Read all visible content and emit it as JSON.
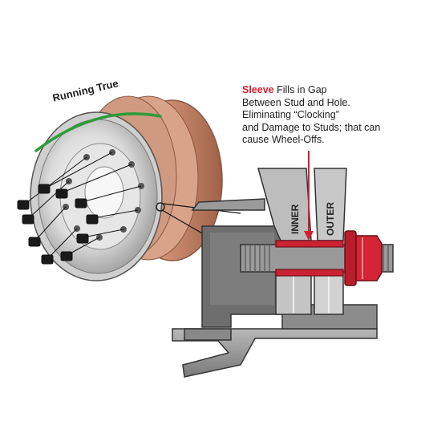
{
  "labels": {
    "running_true": "Running True",
    "inner": "INNER",
    "outer": "OUTER"
  },
  "callout": {
    "highlight": "Sleeve",
    "line1_rest": " Fills in Gap",
    "line2": "Between Stud and Hole.",
    "line3": "Eliminating “Clocking”",
    "line4": "and Damage to Studs; that can",
    "line5": "cause Wheel-Offs."
  },
  "colors": {
    "highlight_red": "#d31f2f",
    "sleeve_red": "#cc2233",
    "running_true_green": "#2e9b3a",
    "copper_drum": "#c98a6e",
    "steel_gray": "#8a8a8a"
  }
}
